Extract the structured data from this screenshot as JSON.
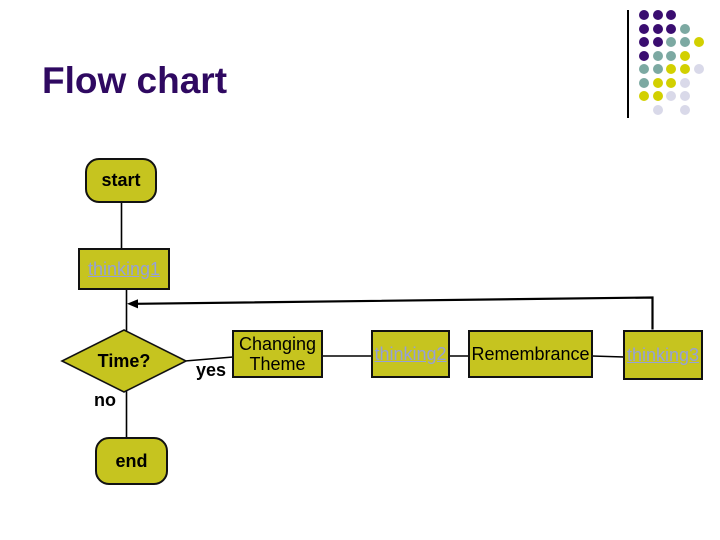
{
  "slide": {
    "title": "Flow chart"
  },
  "colors": {
    "title_text": "#2f0961",
    "node_fill": "#c6c41f",
    "node_border": "#121212",
    "hyperlink_text": "#95a0d8",
    "connector": "#000000"
  },
  "decoration": {
    "palette": {
      "P": "#3a0d70",
      "T": "#7ca9a2",
      "Y": "#d2d000",
      "L": "#d9d9e9"
    },
    "rows": [
      "PPP..",
      "PPPT.",
      "PPTTY",
      "PTTY.",
      "TTYYL",
      "TYYL.",
      "YYLL.",
      ".L.L."
    ]
  },
  "flowchart": {
    "start": {
      "label": "start"
    },
    "thinking1": {
      "label": "thinking1"
    },
    "decision": {
      "label": "Time?"
    },
    "yes_label": "yes",
    "no_label": "no",
    "changing_theme": {
      "label": "Changing\nTheme"
    },
    "thinking2": {
      "label": "thinking2"
    },
    "remembrance": {
      "label": "Remembrance"
    },
    "thinking3": {
      "label": "thinking3"
    },
    "end": {
      "label": "end"
    }
  }
}
